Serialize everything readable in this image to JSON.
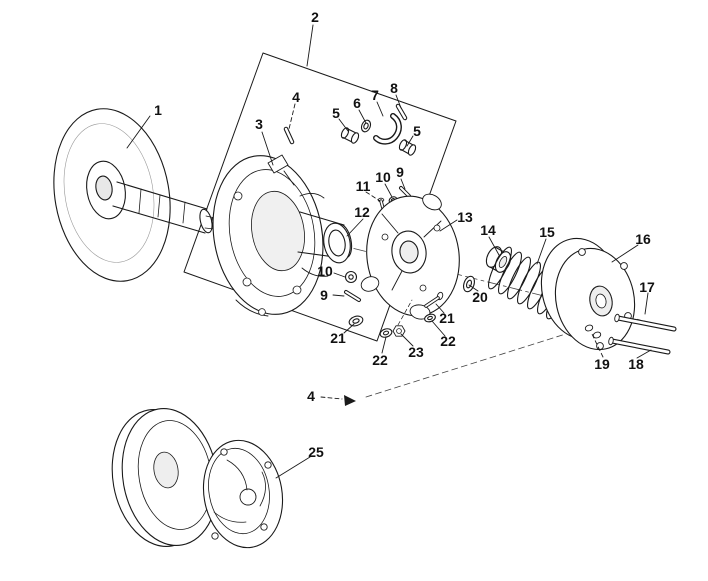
{
  "figure": {
    "kind": "exploded-parts-diagram",
    "line_color": "#1a1a1a",
    "background": "#ffffff",
    "callouts": [
      {
        "label": "1"
      },
      {
        "label": "2"
      },
      {
        "label": "3"
      },
      {
        "label": "4"
      },
      {
        "label": "5"
      },
      {
        "label": "6"
      },
      {
        "label": "7"
      },
      {
        "label": "8"
      },
      {
        "label": "5"
      },
      {
        "label": "9"
      },
      {
        "label": "10"
      },
      {
        "label": "11"
      },
      {
        "label": "12"
      },
      {
        "label": "13"
      },
      {
        "label": "14"
      },
      {
        "label": "15"
      },
      {
        "label": "16"
      },
      {
        "label": "17"
      },
      {
        "label": "18"
      },
      {
        "label": "19"
      },
      {
        "label": "20"
      },
      {
        "label": "10"
      },
      {
        "label": "9"
      },
      {
        "label": "21"
      },
      {
        "label": "22"
      },
      {
        "label": "23"
      },
      {
        "label": "21"
      },
      {
        "label": "22"
      },
      {
        "label": "4"
      },
      {
        "label": "25"
      }
    ]
  }
}
